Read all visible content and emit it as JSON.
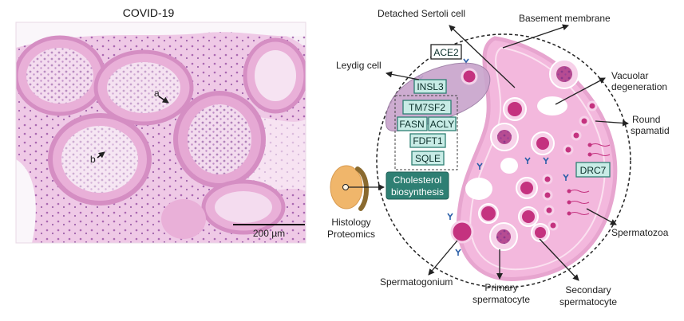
{
  "panel_title": "COVID-19",
  "micrograph": {
    "marker_a": "a",
    "marker_b": "b",
    "scale_bar_label": "200 µm"
  },
  "labels": {
    "detached_sertoli": "Detached Sertoli cell",
    "basement_membrane": "Basement membrane",
    "leydig_cell": "Leydig cell",
    "vacuolar_1": "Vacuolar",
    "vacuolar_2": "degeneration",
    "round_1": "Round",
    "round_2": "spamatid",
    "histology": "Histology",
    "proteomics": "Proteomics",
    "spermatozoa": "Spermatozoa",
    "spermatogonium": "Spermatogonium",
    "primary_1": "Primary",
    "primary_2": "spermatocyte",
    "secondary_1": "Secondary",
    "secondary_2": "spermatocyte"
  },
  "protein_boxes": {
    "ace2": "ACE2",
    "insl3": "INSL3",
    "tm7sf2": "TM7SF2",
    "fasn": "FASN",
    "acly": "ACLY",
    "fdft1": "FDFT1",
    "sqle": "SQLE",
    "drc7": "DRC7"
  },
  "pathway": {
    "line1": "Cholesterol",
    "line2": "biosynthesis"
  },
  "colors": {
    "tubule_pink": "#f3b8dd",
    "nucleus_magenta": "#c4327f",
    "protein_box_fill": "#c8ece6",
    "pathway_box_fill": "#2e7f73",
    "testis_orange": "#f0b66b"
  }
}
